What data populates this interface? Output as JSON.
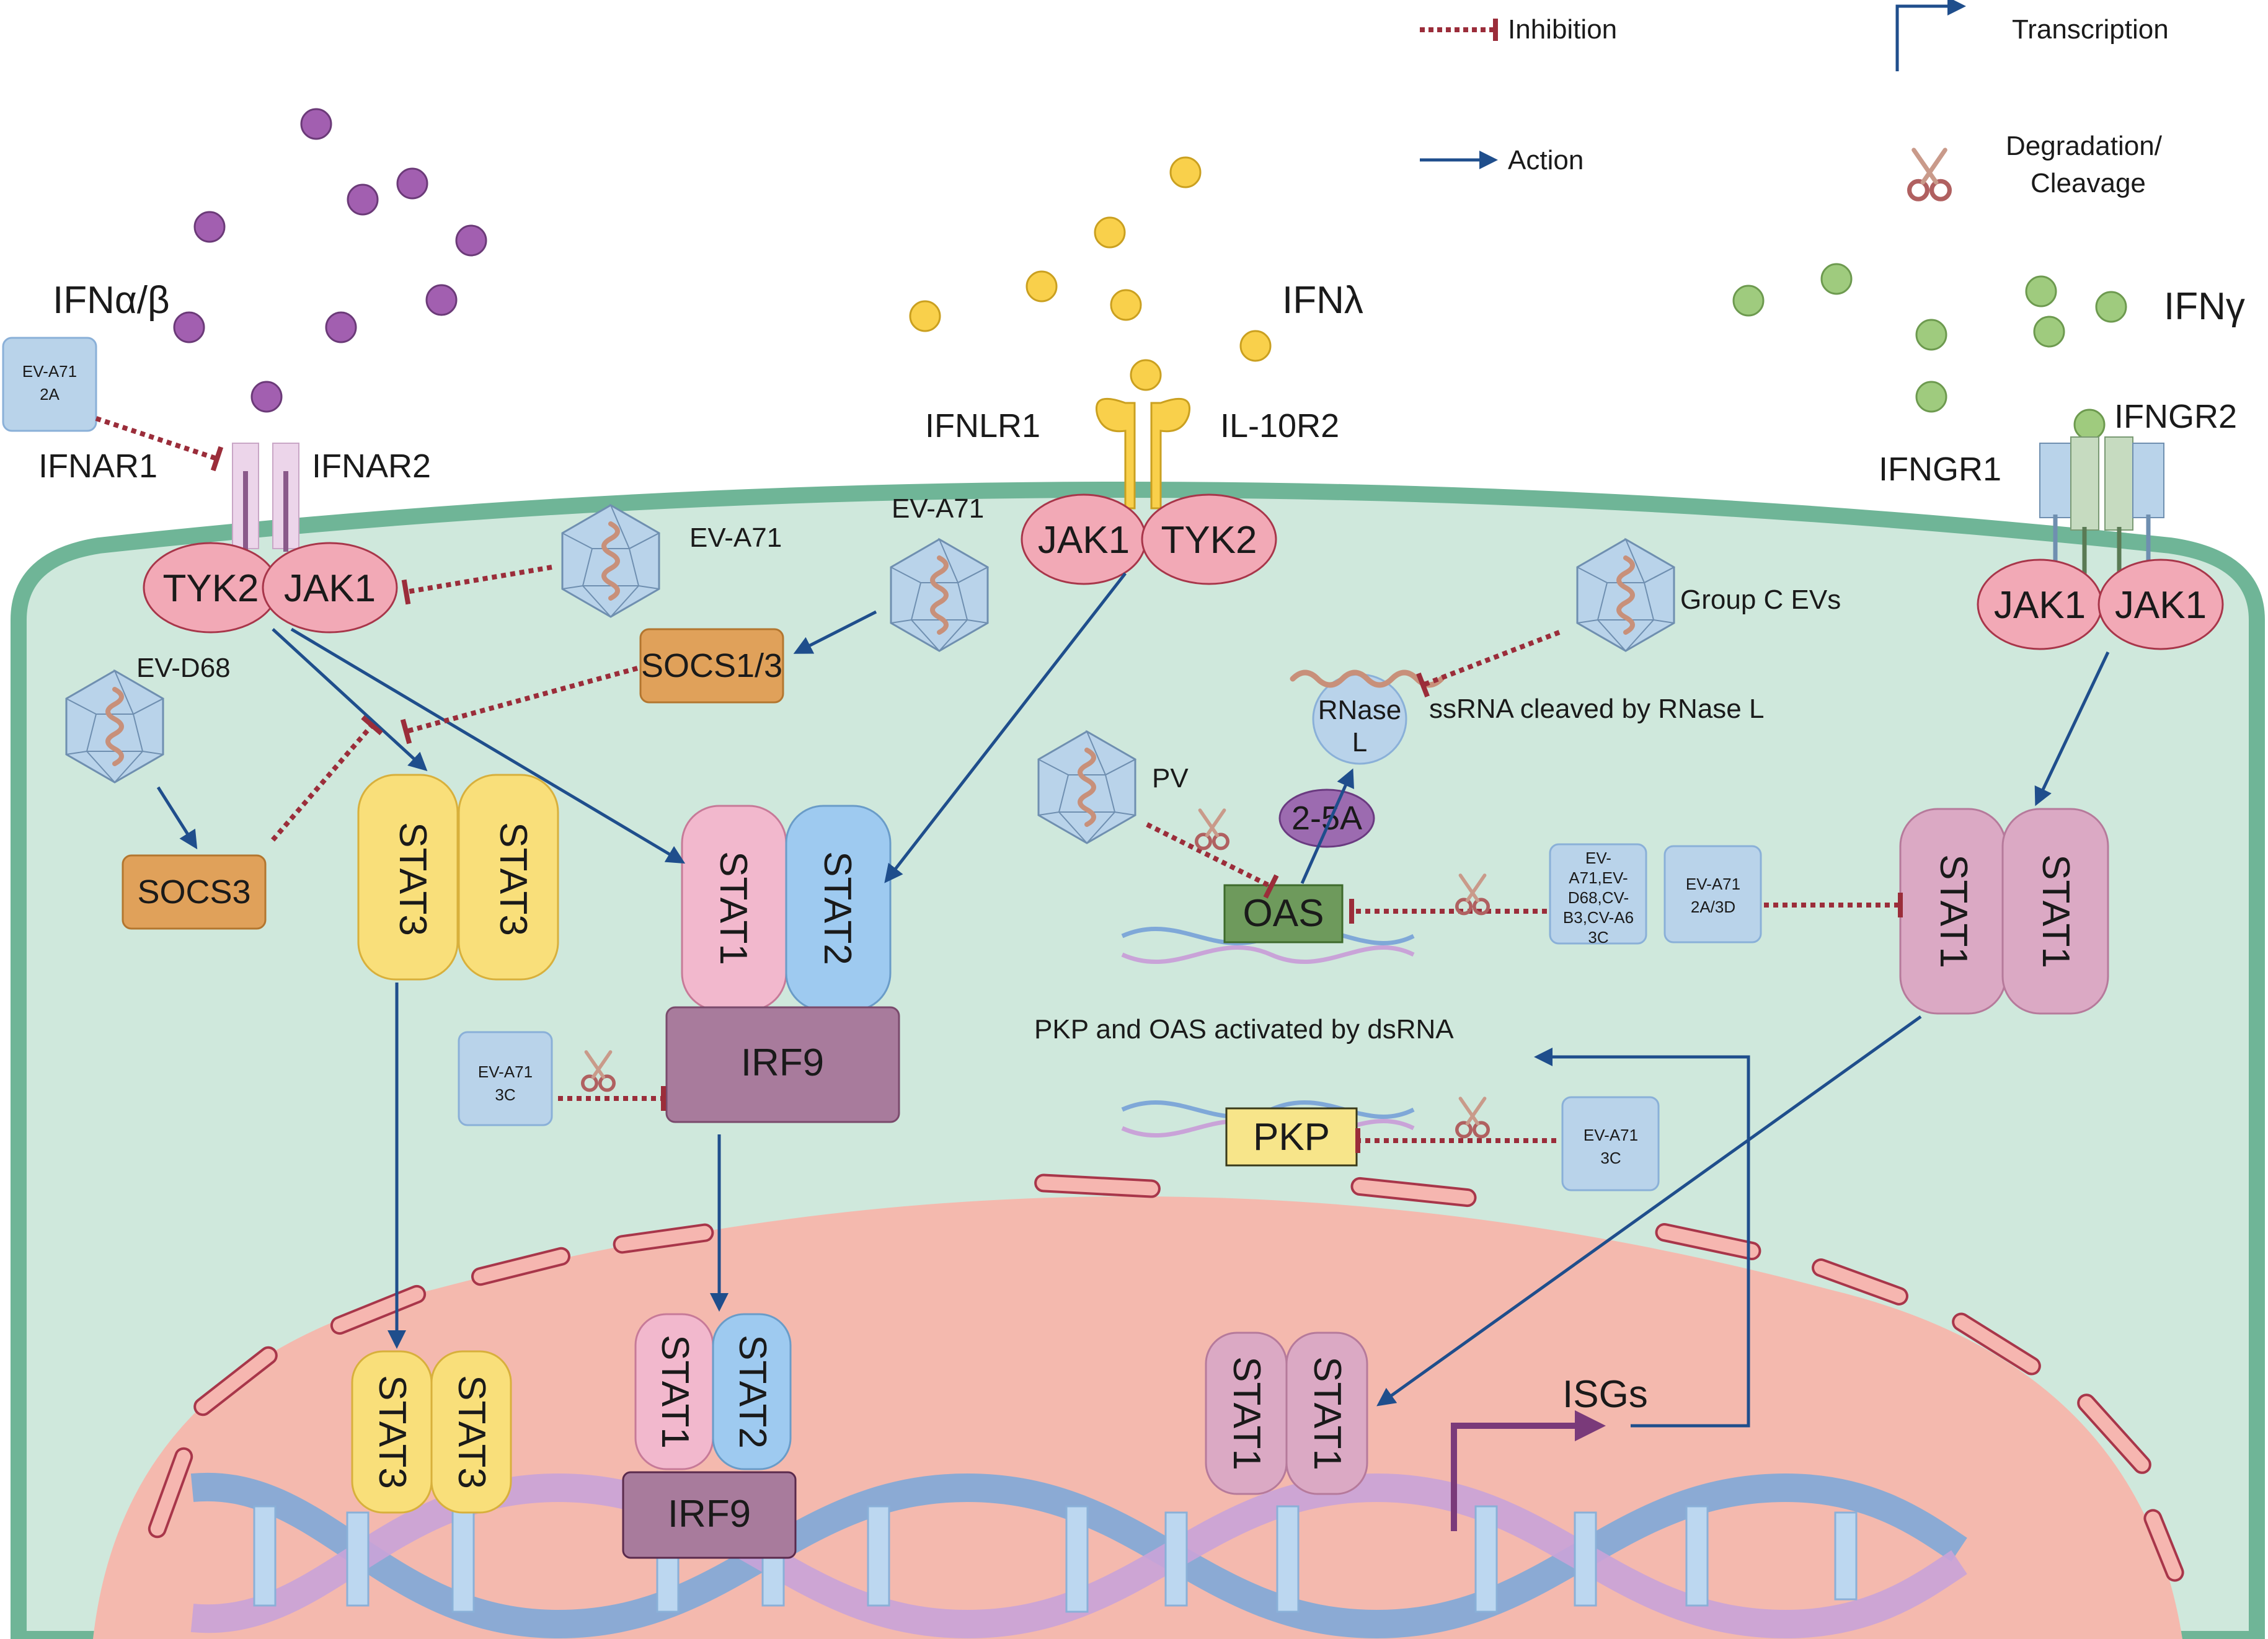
{
  "legend": {
    "inhibition": "Inhibition",
    "action": "Action",
    "transcription": "Transcription",
    "degradation": "Degradation/",
    "cleavage": "Cleavage"
  },
  "ligands": {
    "ifn_ab": "IFNα/β",
    "ifn_lambda": "IFNλ",
    "ifn_gamma": "IFNγ"
  },
  "receptors": {
    "ifnar1": "IFNAR1",
    "ifnar2": "IFNAR2",
    "ifnlr1": "IFNLR1",
    "il10r2": "IL-10R2",
    "ifngr1": "IFNGR1",
    "ifngr2": "IFNGR2"
  },
  "kinases": {
    "tyk2_left": "TYK2",
    "jak1_left": "JAK1",
    "jak1_mid": "JAK1",
    "tyk2_mid": "TYK2",
    "jak1_right_a": "JAK1",
    "jak1_right_b": "JAK1"
  },
  "viruses": {
    "ev_a71_top": "EV-A71",
    "ev_a71_mid": "EV-A71",
    "ev_d68": "EV-D68",
    "group_c": "Group C EVs",
    "pv": "PV"
  },
  "boxes": {
    "ev_a71_2a_line1": "EV-A71",
    "ev_a71_2a_line2": "2A",
    "ev_a71_3c_line1": "EV-A71",
    "ev_a71_3c_line2": "3C",
    "ev_a71_3c_b_line1": "EV-A71",
    "ev_a71_3c_b_line2": "3C",
    "multi_line1": "EV-",
    "multi_line2": "A71,EV-",
    "multi_line3": "D68,CV-",
    "multi_line4": "B3,CV-A6",
    "multi_line5": "3C",
    "ev_a71_2a3d_line1": "EV-A71",
    "ev_a71_2a3d_line2": "2A/3D"
  },
  "proteins": {
    "socs13": "SOCS1/3",
    "socs3": "SOCS3",
    "stat3": "STAT3",
    "stat1": "STAT1",
    "stat2": "STAT2",
    "irf9": "IRF9",
    "oas": "OAS",
    "pkp": "PKP",
    "two_5a": "2-5A",
    "rnase_l1": "RNase",
    "rnase_l2": "L"
  },
  "annotations": {
    "ssrna": "ssRNA cleaved by RNase L",
    "pkp_oas": "PKP and OAS activated by dsRNA",
    "isgs": "ISGs"
  },
  "colors": {
    "cytoplasm": "#cfe8dc",
    "membrane": "#6fb597",
    "nucleus": "#f4b9ae",
    "action": "#1f4e8c",
    "inhibition": "#9b2d3a",
    "ifn_ab_dot": "#a25fb0",
    "ifn_lambda_dot": "#f9d04b",
    "ifn_gamma_dot": "#9fcb7e"
  }
}
